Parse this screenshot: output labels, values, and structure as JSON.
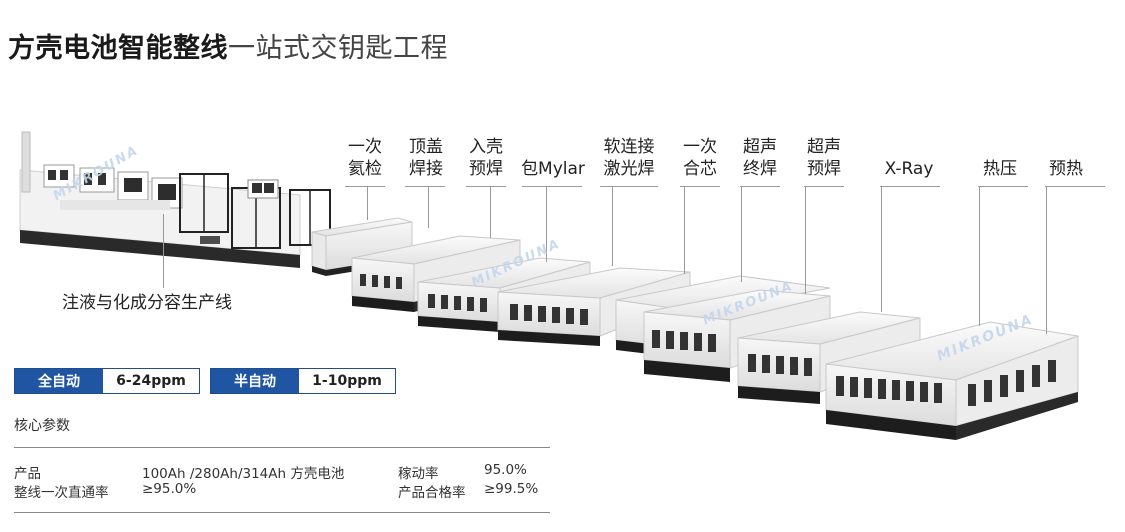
{
  "header": {
    "title_bold": "方壳电池智能整线",
    "title_rest": "一站式交钥匙工程"
  },
  "watermark": "MIKROUNA",
  "line_labels": {
    "injection": "注液与化成分容生产线",
    "stations": [
      {
        "id": "s1",
        "label": "一次\n氦检"
      },
      {
        "id": "s2",
        "label": "顶盖\n焊接"
      },
      {
        "id": "s3",
        "label": "入壳\n预焊"
      },
      {
        "id": "s4",
        "label": "包Mylar"
      },
      {
        "id": "s5",
        "label": "软连接\n激光焊"
      },
      {
        "id": "s6",
        "label": "一次\n合芯"
      },
      {
        "id": "s7",
        "label": "超声\n终焊"
      },
      {
        "id": "s8",
        "label": "超声\n预焊"
      },
      {
        "id": "s9",
        "label": "X-Ray"
      },
      {
        "id": "s10",
        "label": "热压"
      },
      {
        "id": "s11",
        "label": "预热"
      }
    ]
  },
  "modes": [
    {
      "key": "全自动",
      "value": "6-24ppm"
    },
    {
      "key": "半自动",
      "value": "1-10ppm"
    }
  ],
  "params": {
    "title": "核心参数",
    "rows": [
      {
        "label": "产品",
        "value": "100Ah /280Ah/314Ah 方壳电池"
      },
      {
        "label": "整线一次直通率",
        "value": "≥95.0%"
      },
      {
        "label": "稼动率",
        "value": "95.0%"
      },
      {
        "label": "产品合格率",
        "value": "≥99.5%"
      }
    ]
  },
  "colors": {
    "accent": "#1f55a3",
    "machine_body": "#f3f3f3",
    "machine_base": "#222222"
  }
}
